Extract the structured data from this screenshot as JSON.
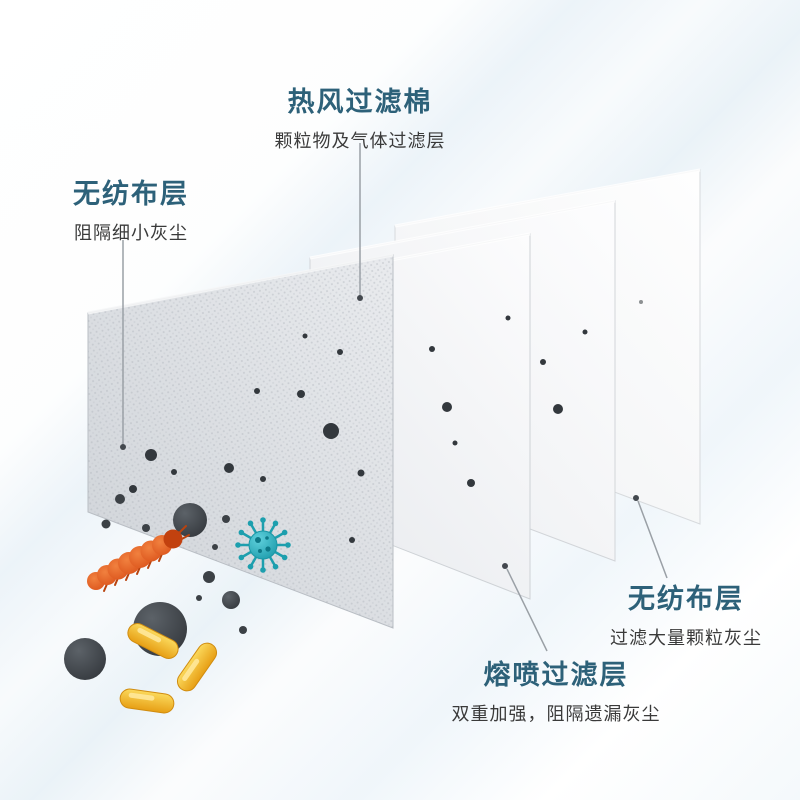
{
  "labels": {
    "top": {
      "title": "热风过滤棉",
      "subtitle": "颗粒物及气体过滤层"
    },
    "left": {
      "title": "无纺布层",
      "subtitle": "阻隔细小灰尘"
    },
    "right": {
      "title": "无纺布层",
      "subtitle": "过滤大量颗粒灰尘"
    },
    "bottom": {
      "title": "熔喷过滤层",
      "subtitle": "双重加强，阻隔遗漏灰尘"
    }
  },
  "colors": {
    "heading": "#2d6179",
    "subtitle": "#3a3a3a",
    "leader": "#9aa0a6",
    "streak": "#e9f2f8",
    "panel-front": "#d8dbdf",
    "dust": "#3c4146",
    "virus": "#2ab5c4",
    "bacteria": "#e0551f",
    "rod-bacteria": "#f0b32a"
  },
  "illustration": {
    "layer_count": 4,
    "particles": [
      "dust",
      "bacteria",
      "virus",
      "rod-bacteria"
    ]
  }
}
